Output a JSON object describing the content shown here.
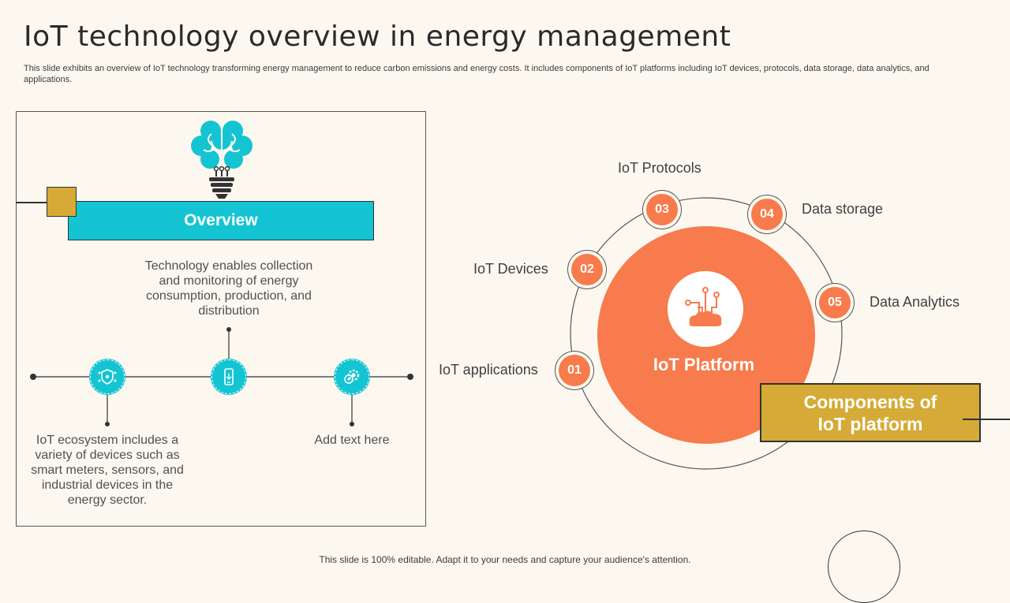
{
  "slide": {
    "title": "IoT technology overview in energy management",
    "subtitle": "This slide exhibits an overview of IoT technology transforming energy management to reduce carbon emissions and energy costs. It includes components of IoT platforms including IoT devices, protocols, data storage, data analytics, and applications.",
    "footer": "This slide is 100% editable. Adapt it to your needs and capture your audience's attention."
  },
  "overview": {
    "heading": "Overview",
    "text": "Technology enables collection and monitoring of energy consumption, production, and distribution",
    "timeline": [
      {
        "icon": "shield-network-icon",
        "text": "IoT ecosystem includes a variety of devices such as smart meters, sensors, and industrial devices in the energy sector."
      },
      {
        "icon": "smartphone-icon",
        "text": ""
      },
      {
        "icon": "gear-settings-icon",
        "text": "Add text here"
      }
    ]
  },
  "platform": {
    "center_label": "IoT Platform",
    "center_icon": "cloud-circuit-icon",
    "components": [
      {
        "number": "01",
        "label": "IoT applications"
      },
      {
        "number": "02",
        "label": "IoT Devices"
      },
      {
        "number": "03",
        "label": "IoT Protocols"
      },
      {
        "number": "04",
        "label": "Data storage"
      },
      {
        "number": "05",
        "label": "Data Analytics"
      }
    ],
    "callout": {
      "line1": "Components of",
      "line2": "IoT platform"
    }
  },
  "colors": {
    "teal": "#14c4d2",
    "orange": "#f77b4c",
    "gold": "#d5aa36",
    "background": "#fcf8f0"
  }
}
